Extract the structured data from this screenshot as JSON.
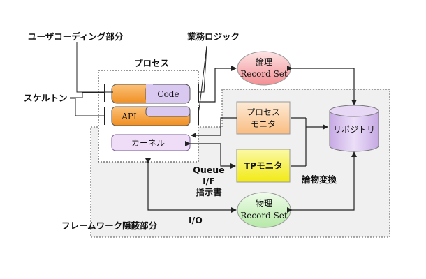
{
  "labels": {
    "user_coding": "ユーザコーディング部分",
    "business_logic": "業務ロジック",
    "process": "プロセス",
    "skeleton": "スケルトン",
    "framework_hidden": "フレームワーク隠蔽部分",
    "queue": "Queue",
    "if": "I/F",
    "instruction": "指示書",
    "io": "I/O",
    "logical_conversion": "論物変換"
  },
  "nodes": {
    "code": "Code",
    "api": "API",
    "kernel": "カーネル",
    "logical_rs_1": "論理",
    "logical_rs_2": "Record Set",
    "physical_rs_1": "物理",
    "physical_rs_2": "Record Set",
    "process_monitor_1": "プロセス",
    "process_monitor_2": "モニタ",
    "tp_monitor": "TPモニタ",
    "repository": "リポジトリ"
  },
  "colors": {
    "orange": "#f7a23b",
    "lavender": "#d7c3f0",
    "kernel_fill": "#eedcf6",
    "pink": "#f6a3a6",
    "green": "#c9f0bf",
    "peach": "#fbcfa2",
    "yellow": "#f6f132",
    "repo": "#d4bde9"
  }
}
